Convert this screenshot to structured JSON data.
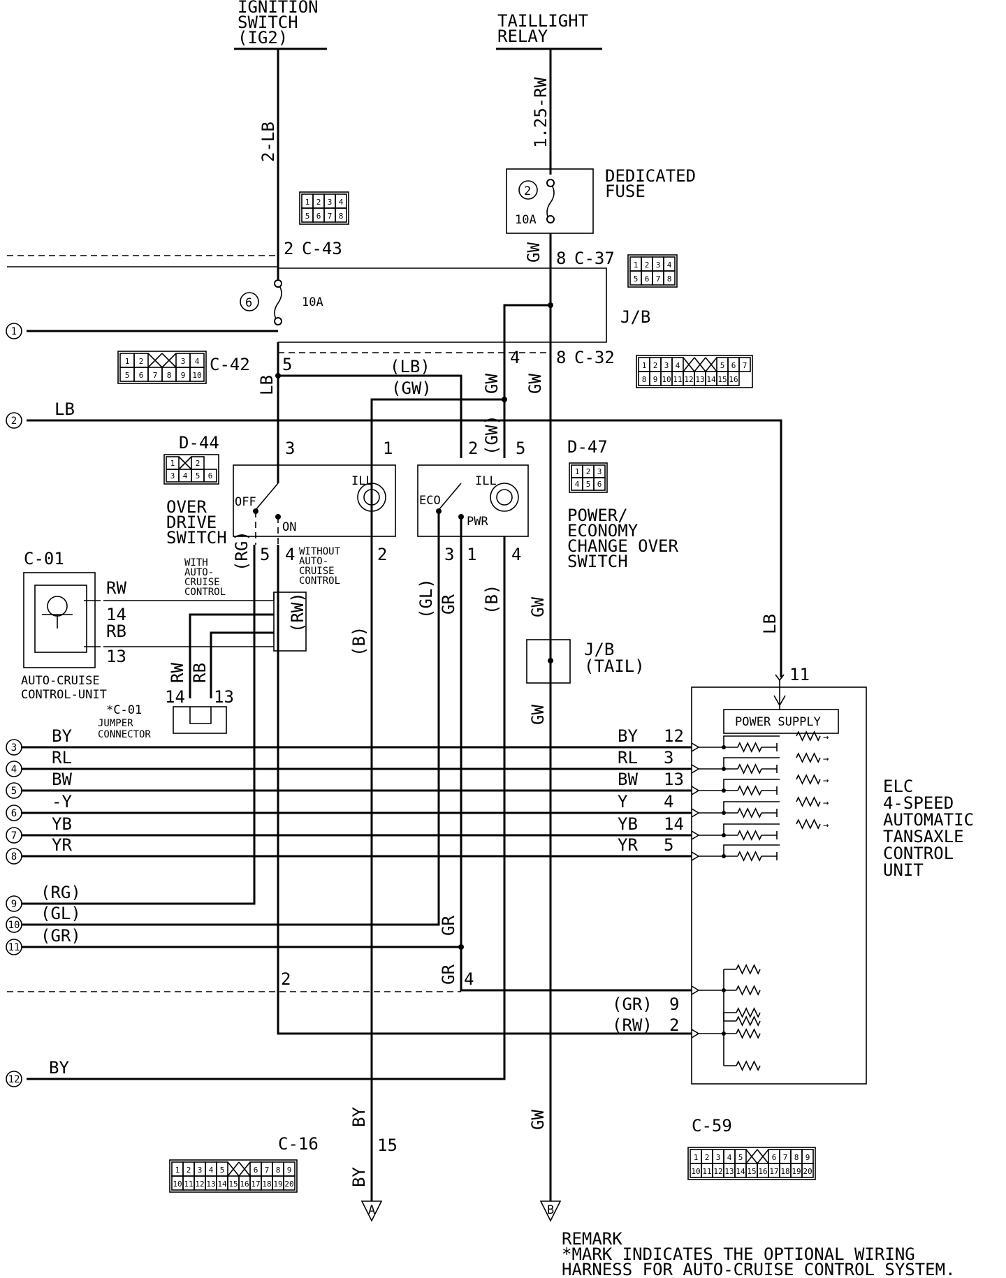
{
  "sources": {
    "ignition_switch": [
      "IGNITION",
      "SWITCH",
      "(IG2)"
    ],
    "taillight_relay": [
      "TAILLIGHT",
      "RELAY"
    ]
  },
  "wires": {
    "ign_feed": "2-LB",
    "tail_feed": "1.25-RW",
    "gw": "GW",
    "lb": "LB",
    "lb_paren": "(LB)",
    "gw_paren": "(GW)",
    "rg_paren": "(RG)",
    "rw_paren": "(RW)",
    "b_paren": "(B)",
    "gl_paren": "(GL)",
    "gr": "GR",
    "gr_paren": "(GR)",
    "rw": "RW",
    "rb": "RB",
    "by": "BY"
  },
  "fuses": {
    "dedicated_fuse_label": [
      "DEDICATED",
      "FUSE"
    ],
    "dedicated_no": "2",
    "dedicated_rating": "10A",
    "jb_fuse_no": "6",
    "jb_rating": "10A"
  },
  "connectors": {
    "c43": "C-43",
    "c37": "C-37",
    "c42": "C-42",
    "c32": "C-32",
    "d44": "D-44",
    "d47": "D-47",
    "c01": "C-01",
    "c01_jumper": "*C-01",
    "c16": "C-16",
    "c59": "C-59"
  },
  "pins": {
    "p2": "2",
    "p8": "8",
    "p5": "5",
    "p4": "4",
    "p3": "3",
    "p1": "1",
    "p14": "14",
    "p13": "13",
    "p11": "11",
    "p15": "15",
    "p9": "9",
    "p12": "12"
  },
  "junction_block": {
    "jb": "J/B",
    "tail": [
      "J/B",
      "(TAIL)"
    ]
  },
  "switch_labels": {
    "ill": "ILL",
    "off": "OFF",
    "on": "ON",
    "eco": "ECO",
    "pwr": "PWR",
    "with_acc": [
      "WITH",
      "AUTO-",
      "CRUISE",
      "CONTROL"
    ],
    "without_acc": [
      "WITHOUT",
      "AUTO-",
      "CRUISE",
      "CONTROL"
    ]
  },
  "components": {
    "overdrive_switch": [
      "OVER",
      "DRIVE",
      "SWITCH"
    ],
    "power_economy_switch": [
      "POWER/",
      "ECONOMY",
      "CHANGE OVER",
      "SWITCH"
    ],
    "auto_cruise_unit": [
      "AUTO-CRUISE",
      "CONTROL-UNIT"
    ],
    "jumper_connector": [
      "JUMPER",
      "CONNECTOR"
    ],
    "elc_unit": [
      "ELC",
      "4-SPEED",
      "AUTOMATIC",
      "TANSAXLE",
      "CONTROL",
      "UNIT"
    ],
    "power_supply": "POWER SUPPLY"
  },
  "left_rails": [
    {
      "no": "1",
      "wire": ""
    },
    {
      "no": "2",
      "wire": "LB"
    },
    {
      "no": "3",
      "wire": "BY",
      "ecu_pin": "12"
    },
    {
      "no": "4",
      "wire": "RL",
      "ecu_pin": "3"
    },
    {
      "no": "5",
      "wire": "BW",
      "ecu_pin": "13"
    },
    {
      "no": "6",
      "wire": "-Y",
      "ecu_wire": "Y",
      "ecu_pin": "4"
    },
    {
      "no": "7",
      "wire": "YB",
      "ecu_pin": "14"
    },
    {
      "no": "8",
      "wire": "YR",
      "ecu_pin": "5"
    },
    {
      "no": "9",
      "wire": "(RG)"
    },
    {
      "no": "10",
      "wire": "(GL)"
    },
    {
      "no": "11",
      "wire": "(GR)"
    },
    {
      "no": "12",
      "wire": "BY"
    }
  ],
  "ecu_lower": [
    {
      "wire": "(GR)",
      "pin": "9"
    },
    {
      "wire": "(RW)",
      "pin": "2"
    }
  ],
  "grounds": {
    "a": "A",
    "b": "B"
  },
  "connector_pins": {
    "c43": [
      [
        "1",
        "2",
        "3",
        "4"
      ],
      [
        "5",
        "6",
        "7",
        "8"
      ]
    ],
    "c37": [
      [
        "1",
        "2",
        "3",
        "4"
      ],
      [
        "5",
        "6",
        "7",
        "8"
      ]
    ],
    "c42": [
      [
        "1",
        "2",
        "",
        "",
        "3",
        "4"
      ],
      [
        "5",
        "6",
        "7",
        "8",
        "9",
        "10"
      ]
    ],
    "c32": [
      [
        "1",
        "2",
        "3",
        "4",
        "",
        "",
        "",
        "5",
        "6",
        "7"
      ],
      [
        "8",
        "9",
        "10",
        "11",
        "12",
        "13",
        "14",
        "15",
        "16"
      ]
    ],
    "d44": [
      [
        "1",
        "",
        "2"
      ],
      [
        "3",
        "4",
        "5",
        "6"
      ]
    ],
    "d47": [
      [
        "1",
        "2",
        "3"
      ],
      [
        "4",
        "5",
        "6"
      ]
    ],
    "c20": [
      [
        "1",
        "2",
        "3",
        "4",
        "5",
        "",
        "",
        "6",
        "7",
        "8",
        "9"
      ],
      [
        "10",
        "11",
        "12",
        "13",
        "14",
        "15",
        "16",
        "17",
        "18",
        "19",
        "20"
      ]
    ]
  },
  "remark": [
    "REMARK",
    "*MARK  INDICATES THE OPTIONAL WIRING",
    " HARNESS FOR AUTO-CRUISE CONTROL SYSTEM."
  ]
}
